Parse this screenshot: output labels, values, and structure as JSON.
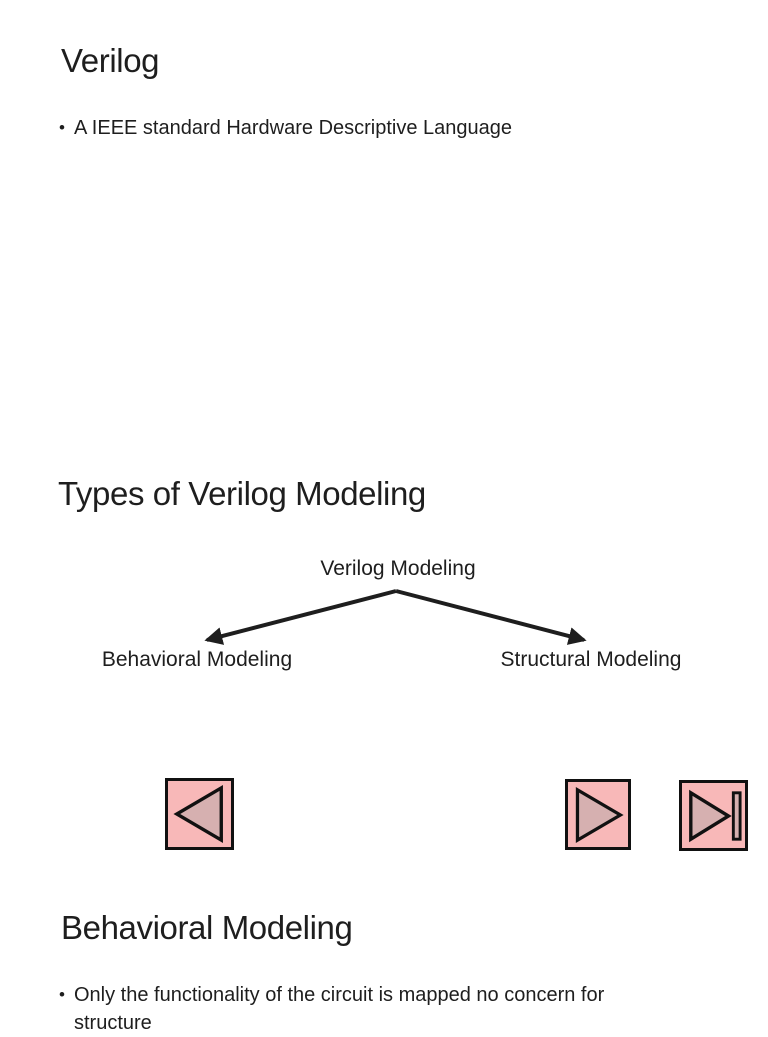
{
  "colors": {
    "page-bg": "#ffffff",
    "text": "#1e1e1e",
    "btn-fill": "#f8b8b8",
    "btn-inner": "#d6b0b0",
    "btn-border": "#111111"
  },
  "bullet_marker": "•",
  "slides": [
    {
      "title": "Verilog",
      "bullets": [
        "A IEEE standard Hardware Descriptive Language"
      ]
    },
    {
      "title": "Types of Verilog Modeling",
      "diagram": {
        "root_label": "Verilog Modeling",
        "left_label": "Behavioral Modeling",
        "right_label": "Structural Modeling"
      }
    },
    {
      "title": "Behavioral Modeling",
      "bullet_lines": [
        "Only the functionality of the circuit is mapped no concern for",
        "structure"
      ]
    }
  ],
  "nav": {
    "prev_icon": "triangle-left",
    "next_icon": "triangle-right",
    "last_icon": "triangle-right-with-bar"
  }
}
